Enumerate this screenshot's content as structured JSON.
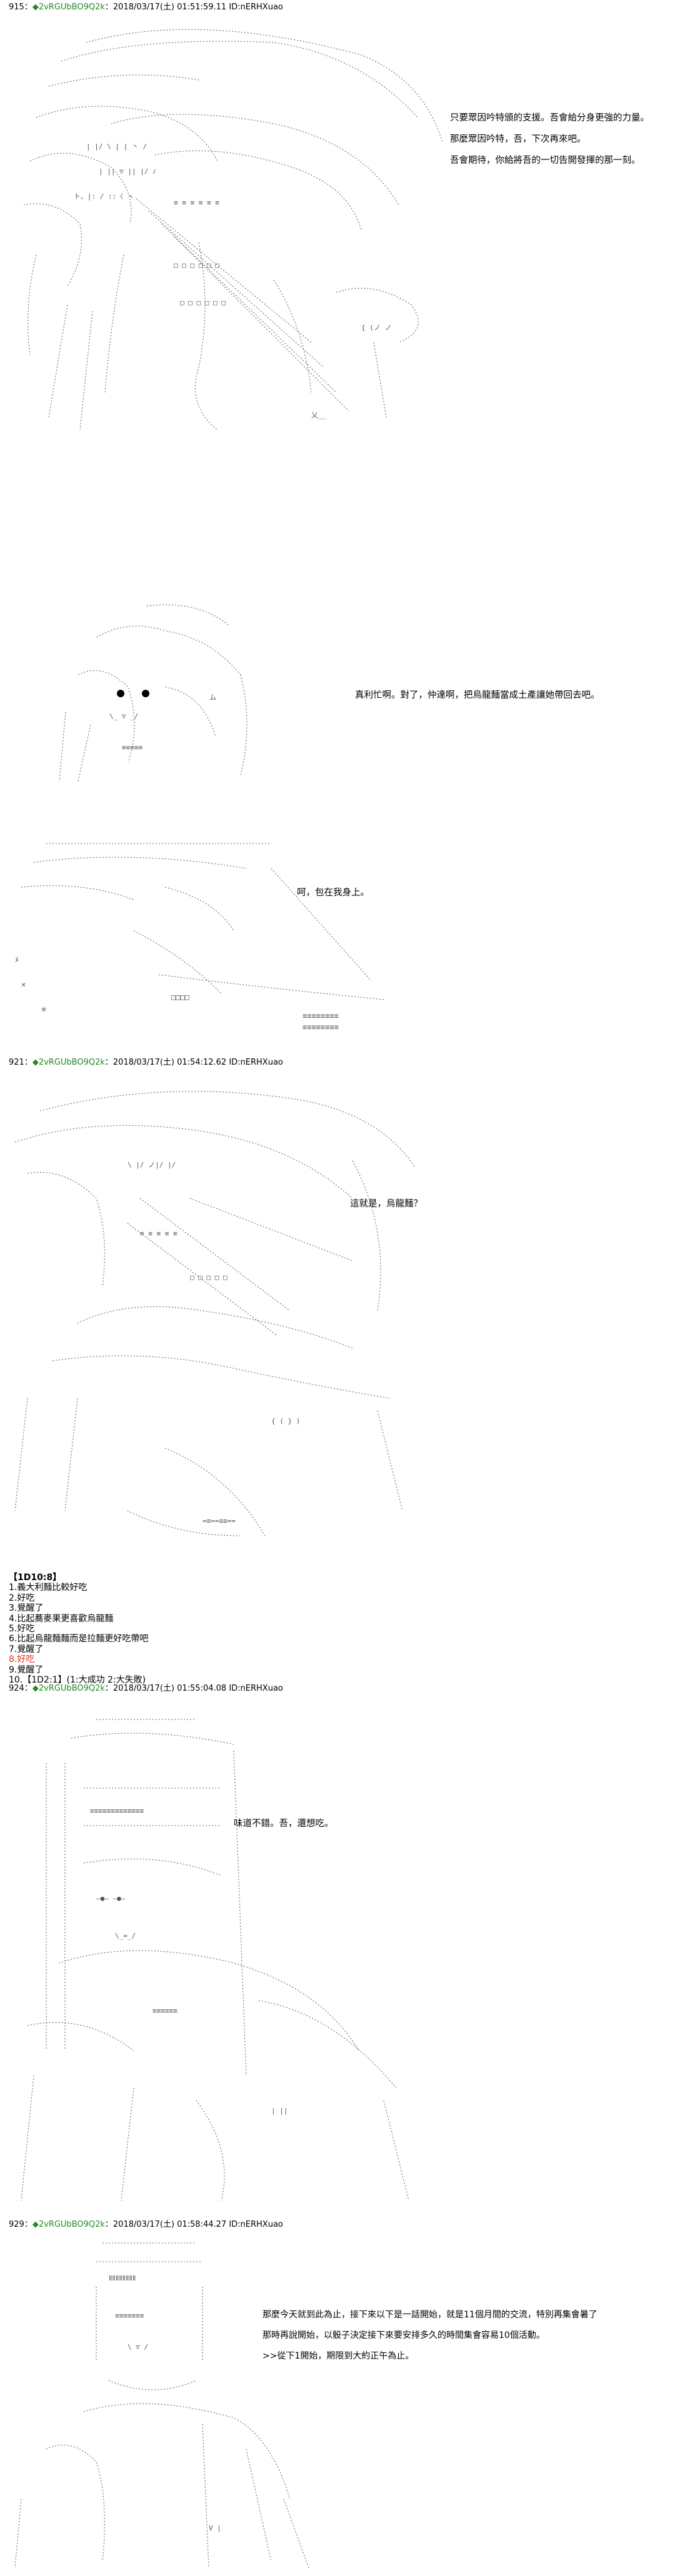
{
  "posts": [
    {
      "header": {
        "number": "915：",
        "name": "◆2vRGUbBO9Q2k",
        "sep": "：",
        "datetime": "2018/03/17(土) 01:51:59.11",
        "id": "ID:nERHXuao"
      },
      "lines": [
        "只要眾因吟特頒的支援。吾會給分身更強的力量。",
        "那麼眾因吟特，吾，下次再來吧。",
        "吾會期待，你給將吾的一切告開發揮的那一刻。"
      ],
      "art_label": "ascii-art"
    },
    {
      "header": null,
      "lines": [
        "真利忙啊。對了，仲達啊，把烏龍麵當成土產讓她帶回去吧。"
      ],
      "art_label": "ascii-art"
    },
    {
      "header": null,
      "lines": [
        "呵，包在我身上。"
      ],
      "art_label": "ascii-art"
    },
    {
      "header": {
        "number": "921：",
        "name": "◆2vRGUbBO9Q2k",
        "sep": "：",
        "datetime": "2018/03/17(土) 01:54:12.62",
        "id": "ID:nERHXuao"
      },
      "lines": [
        "這就是，烏龍麵？"
      ],
      "art_label": "ascii-art"
    },
    {
      "header": {
        "number": "924：",
        "name": "◆2vRGUbBO9Q2k",
        "sep": "：",
        "datetime": "2018/03/17(土) 01:55:04.08",
        "id": "ID:nERHXuao"
      },
      "lines": [
        "味道不錯。吾，還想吃。"
      ],
      "art_label": "ascii-art"
    },
    {
      "header": {
        "number": "929：",
        "name": "◆2vRGUbBO9Q2k",
        "sep": "：",
        "datetime": "2018/03/17(土) 01:58:44.27",
        "id": "ID:nERHXuao"
      },
      "lines": [
        "那麼今天就到此為止，接下來以下是一話開始，就是11個月間的交流，特別再集會暑了",
        "那時再說開始，以骰子決定接下來要安排多久的時間集會容易10個活動。",
        ">>從下1開始，期限到大約正午為止。"
      ],
      "art_label": "ascii-art"
    }
  ],
  "poll": {
    "title": "【1D10:8】",
    "items": [
      "1.義大利麵比較好吃",
      "2.好吃",
      "3.覺醒了",
      "4.比起蕎麥果更喜歡烏龍麵",
      "5.好吃",
      "6.比起烏龍麵麵而是拉麵更好吃帶吧",
      "7.覺醒了",
      "8.好吃",
      "9.覺醒了",
      "10.【1D2:1】(1:大成功 2:大失敗)"
    ],
    "highlight_index": 7
  },
  "colors": {
    "trip": "#228b22",
    "highlight": "#e0342a",
    "text": "#000000"
  }
}
